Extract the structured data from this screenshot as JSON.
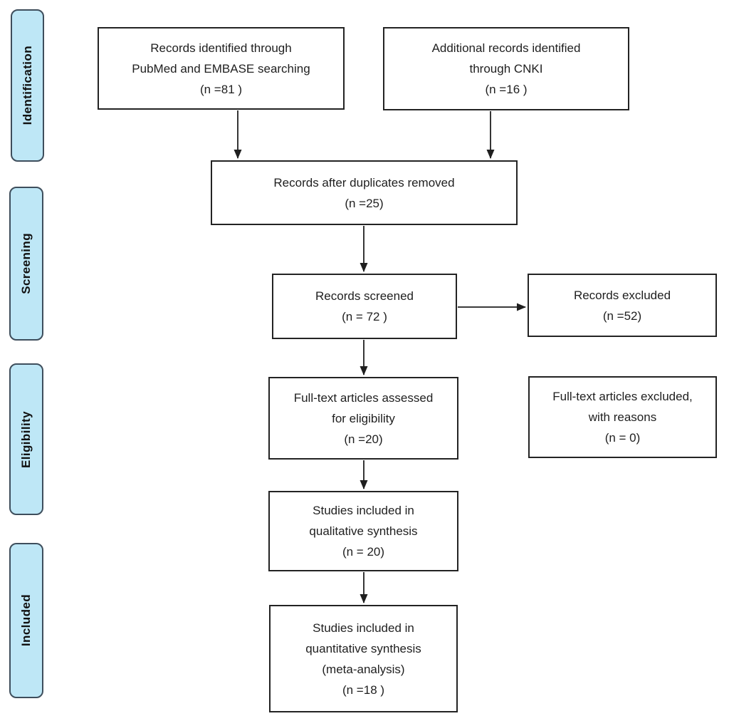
{
  "stages": [
    {
      "label": "Identification"
    },
    {
      "label": "Screening"
    },
    {
      "label": "Eligibility"
    },
    {
      "label": "Included"
    }
  ],
  "boxes": {
    "identified_pubmed": {
      "lines": [
        "Records identified through",
        "PubMed and EMBASE searching",
        "(n =81 )"
      ],
      "count": 81
    },
    "identified_cnki": {
      "lines": [
        "Additional records identified",
        "through CNKI",
        "(n =16 )"
      ],
      "count": 16
    },
    "duplicates_removed": {
      "lines": [
        "Records after duplicates removed",
        "(n =25)"
      ],
      "count": 25
    },
    "records_screened": {
      "lines": [
        "Records screened",
        "(n = 72 )"
      ],
      "count": 72
    },
    "records_excluded": {
      "lines": [
        "Records excluded",
        "(n =52)"
      ],
      "count": 52
    },
    "fulltext_assessed": {
      "lines": [
        "Full-text articles assessed",
        "for eligibility",
        "(n =20)"
      ],
      "count": 20
    },
    "fulltext_excluded": {
      "lines": [
        "Full-text articles excluded,",
        "with reasons",
        "(n = 0)"
      ],
      "count": 0
    },
    "qualitative_synthesis": {
      "lines": [
        "Studies included in",
        "qualitative synthesis",
        "(n = 20)"
      ],
      "count": 20
    },
    "quantitative_synthesis": {
      "lines": [
        "Studies included in",
        "quantitative synthesis",
        "(meta-analysis)",
        "(n =18 )"
      ],
      "count": 18
    }
  },
  "colors": {
    "stage_fill": "#BEE7F6",
    "stage_border": "#3E4E5C",
    "box_border": "#232323",
    "text": "#1F1F1F",
    "background": "#FFFFFF"
  }
}
